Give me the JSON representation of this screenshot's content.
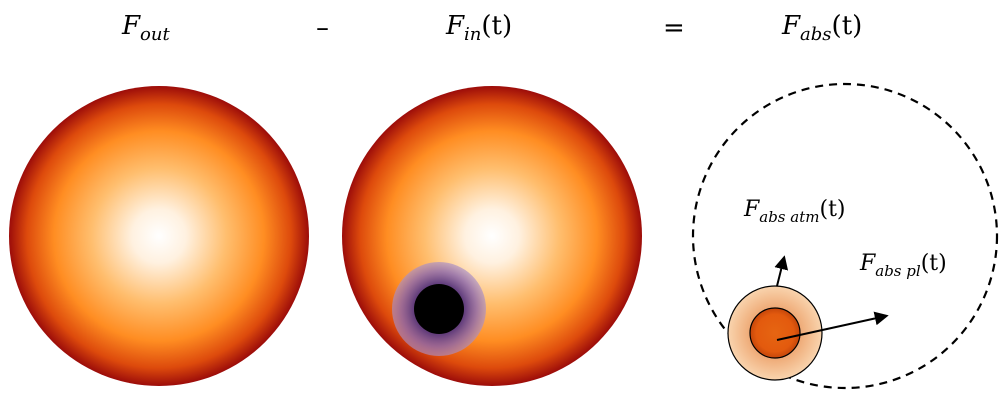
{
  "equation": {
    "term_out": {
      "base": "F",
      "sub": "out",
      "arg": ""
    },
    "minus": "–",
    "term_in": {
      "base": "F",
      "sub": "in",
      "arg": "(t)"
    },
    "equals": "=",
    "term_abs": {
      "base": "F",
      "sub": "abs",
      "arg": "(t)"
    }
  },
  "annotations": {
    "abs_atm": {
      "base": "F",
      "sub": "abs atm",
      "arg": "(t)"
    },
    "abs_pl": {
      "base": "F",
      "sub": "abs pl",
      "arg": "(t)"
    }
  },
  "colors": {
    "star_center": "#ffffff",
    "star_mid": "#ff9a2e",
    "star_limb": "#a50f0c",
    "planet_core": "#000000",
    "atmosphere_halo": "#9a78b8",
    "absorption_planet": "#e05a10",
    "absorption_atmosphere": "#f4c59a",
    "outline": "#000000"
  }
}
